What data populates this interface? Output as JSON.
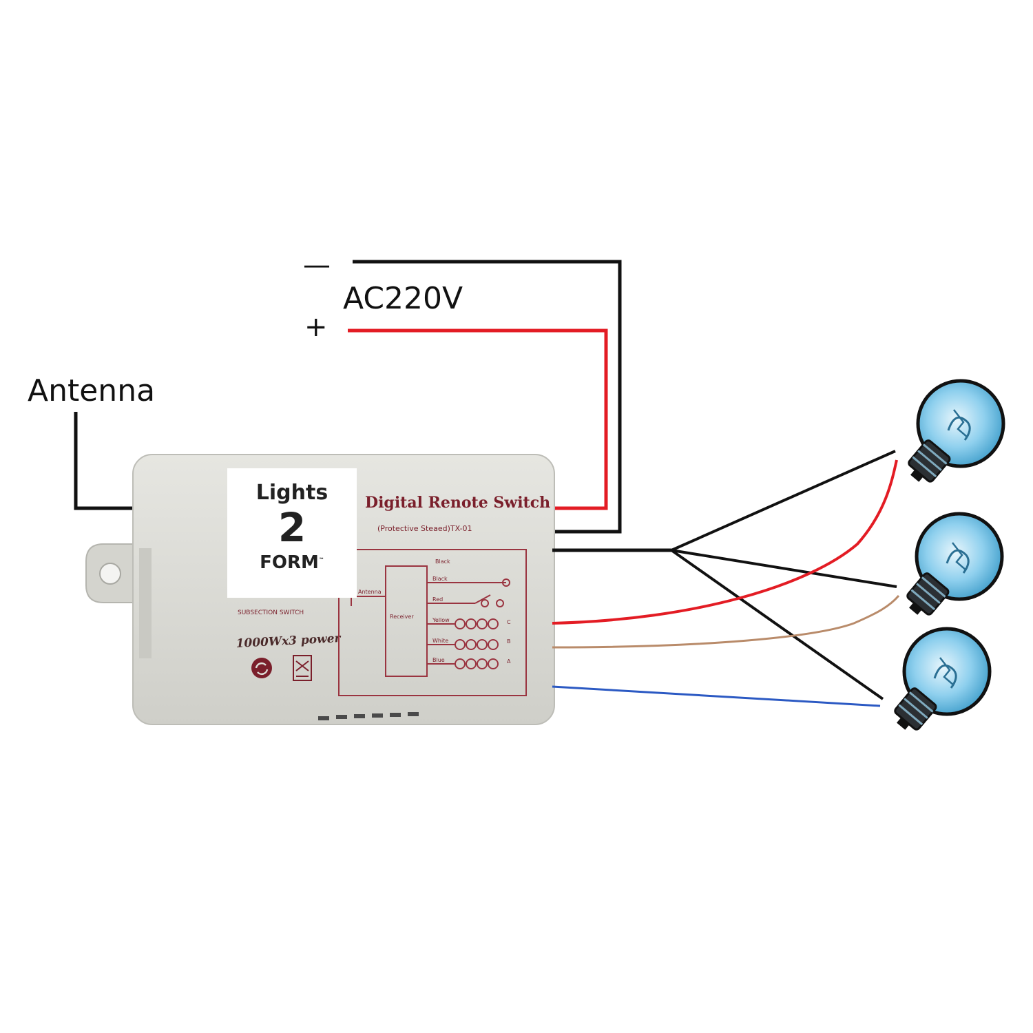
{
  "labels": {
    "antenna": "Antenna",
    "supply": "AC220V",
    "minus": "—",
    "plus": "+"
  },
  "device": {
    "title": "Digital Renote Switch",
    "subtitle": "(Protective Steaed)TX-01",
    "section": "SUBSECTION SWITCH",
    "power": "1000Wx3 power",
    "receiver": "Receiver",
    "antenna_mark": "Antenna",
    "terminals": [
      {
        "name": "Black",
        "tag": ""
      },
      {
        "name": "Black",
        "tag": ""
      },
      {
        "name": "Red",
        "tag": ""
      },
      {
        "name": "Yellow",
        "tag": "C"
      },
      {
        "name": "White",
        "tag": "B"
      },
      {
        "name": "Blue",
        "tag": "A"
      }
    ]
  },
  "logo": {
    "line1": "Lights",
    "line2": "2",
    "line3": "FORM",
    "tm": "™"
  },
  "colors": {
    "wire_black": "#111111",
    "wire_red": "#e31c24",
    "wire_brown": "#b98b6a",
    "wire_blue": "#2b59c3",
    "device_body": "#dcdcd6",
    "bulb_glass": "#5ab3dc"
  },
  "icons": [
    "light-bulb-icon",
    "light-bulb-icon",
    "light-bulb-icon",
    "recycle-icon",
    "certification-icon"
  ]
}
